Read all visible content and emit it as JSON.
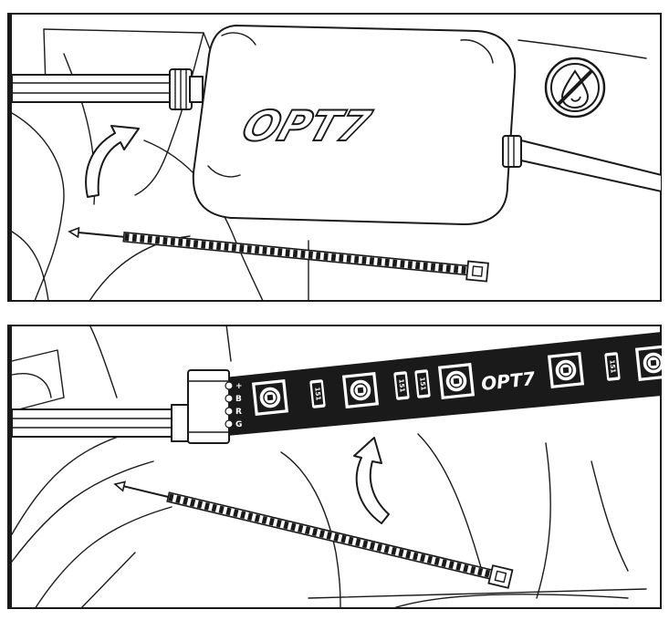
{
  "panels": [
    {
      "id": "step-1",
      "controller_logo": "OPT7",
      "icons": [
        "no-water-icon",
        "curved-arrow-icon",
        "cable-tie-icon"
      ]
    },
    {
      "id": "step-2",
      "strip_logo": "OPT7",
      "pin_labels": [
        "+",
        "B",
        "R",
        "G"
      ],
      "resistor_label": "151",
      "icons": [
        "curved-arrow-icon",
        "cable-tie-icon"
      ]
    }
  ]
}
